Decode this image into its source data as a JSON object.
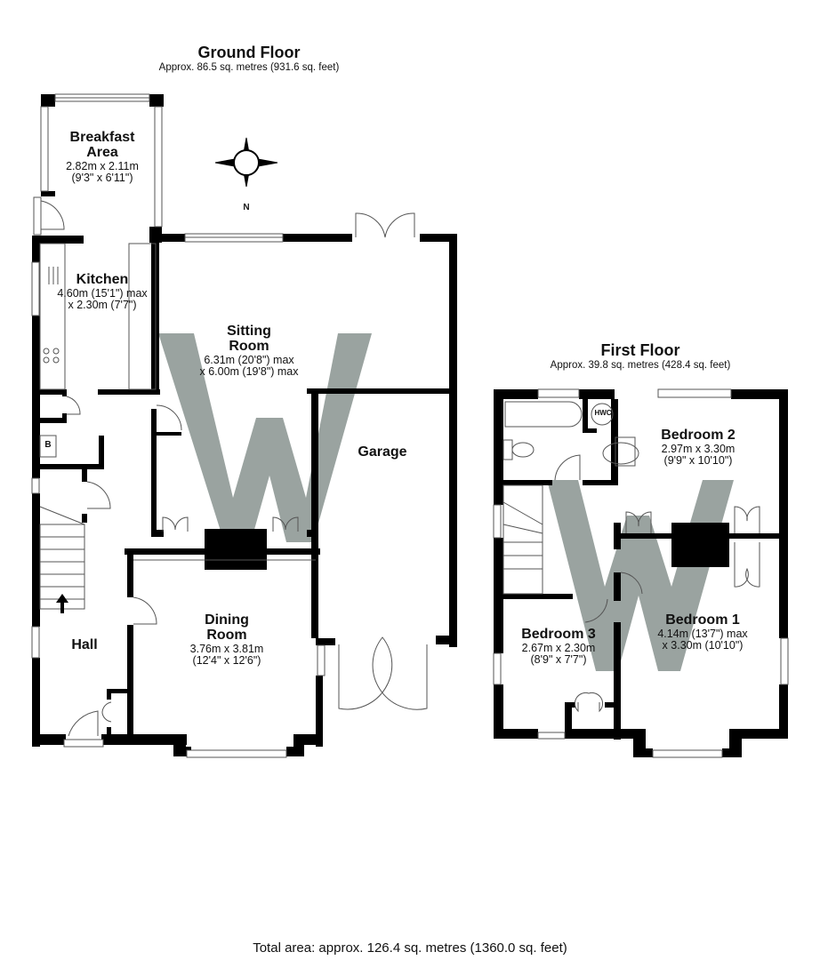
{
  "ground_floor": {
    "title": "Ground Floor",
    "area": "Approx. 86.5 sq. metres (931.6 sq. feet)",
    "rooms": [
      {
        "name": "Breakfast Area",
        "line1": "Breakfast",
        "line2": "Area",
        "dim1": "2.82m x 2.11m",
        "dim2": "(9'3\" x 6'11\")"
      },
      {
        "name": "Kitchen",
        "line1": "Kitchen",
        "dim1": "4.60m (15'1\") max",
        "dim2": "x 2.30m (7'7\")"
      },
      {
        "name": "Sitting Room",
        "line1": "Sitting",
        "line2": "Room",
        "dim1": "6.31m (20'8\") max",
        "dim2": "x 6.00m (19'8\") max"
      },
      {
        "name": "Garage",
        "line1": "Garage"
      },
      {
        "name": "Hall",
        "line1": "Hall"
      },
      {
        "name": "Dining Room",
        "line1": "Dining",
        "line2": "Room",
        "dim1": "3.76m x 3.81m",
        "dim2": "(12'4\" x 12'6\")"
      }
    ],
    "fixtures": {
      "boiler": "B"
    }
  },
  "first_floor": {
    "title": "First Floor",
    "area": "Approx. 39.8 sq. metres (428.4 sq. feet)",
    "rooms": [
      {
        "name": "Bedroom 2",
        "line1": "Bedroom 2",
        "dim1": "2.97m x 3.30m",
        "dim2": "(9'9\" x 10'10\")"
      },
      {
        "name": "Bedroom 3",
        "line1": "Bedroom 3",
        "dim1": "2.67m x 2.30m",
        "dim2": "(8'9\" x 7'7\")"
      },
      {
        "name": "Bedroom 1",
        "line1": "Bedroom 1",
        "dim1": "4.14m (13'7\") max",
        "dim2": "x 3.30m (10'10\")"
      }
    ],
    "fixtures": {
      "hot_water_cylinder": "HWC"
    }
  },
  "compass": {
    "label": "N"
  },
  "total_area": "Total area: approx. 126.4 sq. metres (1360.0 sq. feet)",
  "colors": {
    "wall": "#000000",
    "watermark": "#9aa3a0",
    "fixture_line": "#666666"
  }
}
